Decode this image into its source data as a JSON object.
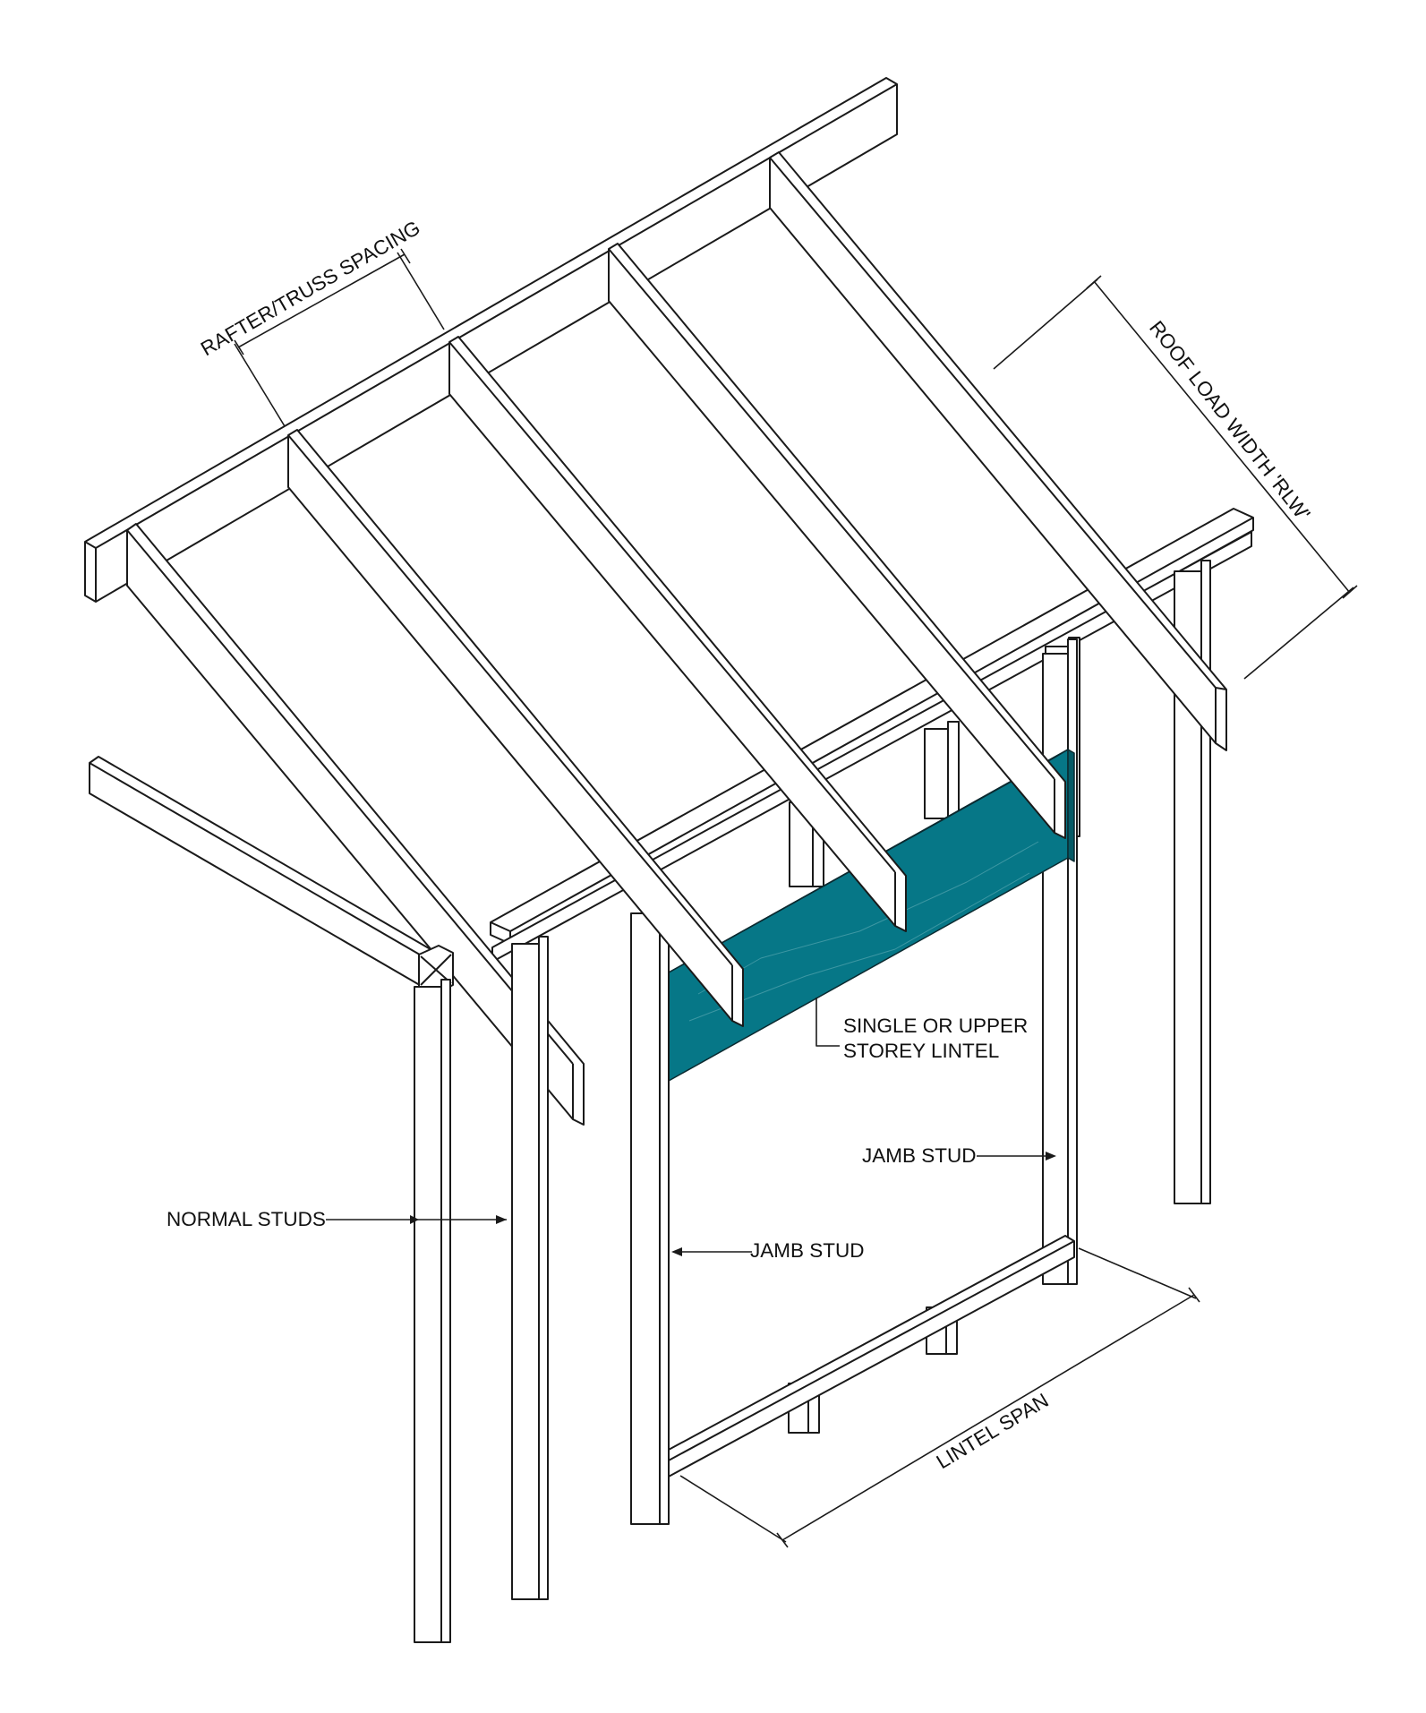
{
  "labels": {
    "rafter_spacing": "RAFTER/TRUSS SPACING",
    "roof_load_width": "ROOF LOAD WIDTH 'RLW'",
    "lintel_line1": "SINGLE OR UPPER",
    "lintel_line2": "STOREY LINTEL",
    "jamb_stud_right": "JAMB STUD",
    "jamb_stud_left": "JAMB STUD",
    "normal_studs": "NORMAL STUDS",
    "lintel_span": "LINTEL SPAN"
  },
  "colors": {
    "line": "#1a1a1a",
    "fill": "#ffffff",
    "lintel_face": "#067787",
    "lintel_top": "#22c6e6"
  }
}
